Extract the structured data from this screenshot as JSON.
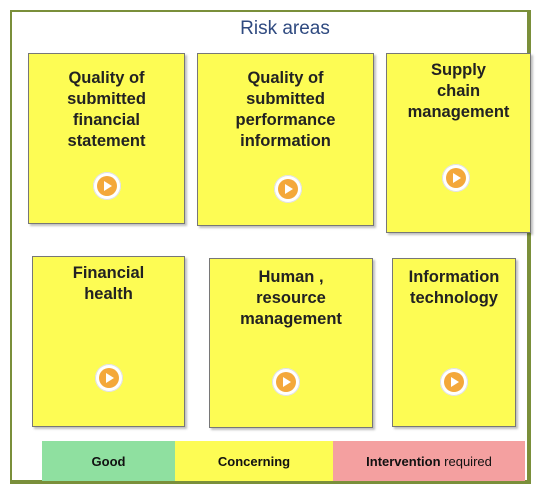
{
  "title": "Risk areas",
  "cards": [
    {
      "label": "Quality of\nsubmitted\nfinancial\nstatement",
      "arrow_icon": "orange-arrow-circle-icon"
    },
    {
      "label": "Quality of\nsubmitted\nperformance\ninformation",
      "arrow_icon": "orange-arrow-circle-icon"
    },
    {
      "label": "Supply\nchain\nmanagement",
      "arrow_icon": "orange-arrow-circle-icon"
    },
    {
      "label": "Financial\nhealth",
      "arrow_icon": "orange-arrow-circle-icon"
    },
    {
      "label": "Human ,\nresource\nmanagement",
      "arrow_icon": "orange-arrow-circle-icon"
    },
    {
      "label": "Information\ntechnology",
      "arrow_icon": "orange-arrow-circle-icon"
    }
  ],
  "legend": [
    {
      "label": "Good",
      "suffix": "",
      "color": "#8fe0a0"
    },
    {
      "label": "Concerning",
      "suffix": "",
      "color": "#fdfc54"
    },
    {
      "label": "Intervention",
      "suffix": " required",
      "color": "#f4a0a0"
    }
  ],
  "colors": {
    "frame": "#7a8f3a",
    "card": "#fdfc54",
    "title": "#2f4a80",
    "arrow": "#f4a83a"
  }
}
